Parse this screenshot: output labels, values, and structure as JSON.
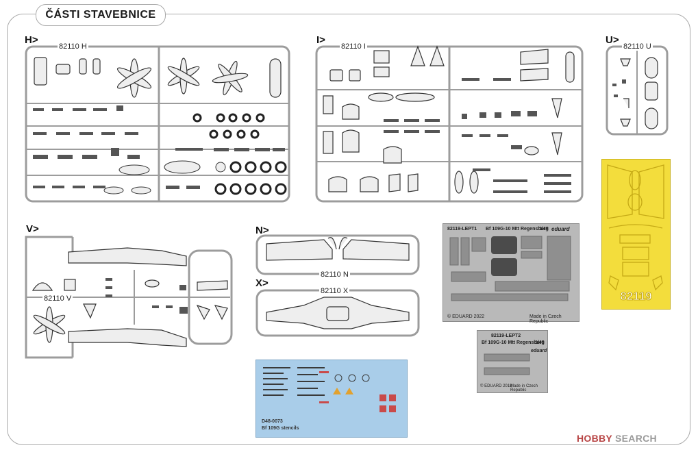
{
  "page": {
    "title": "ČÁSTI STAVEBNICE"
  },
  "sprues": [
    {
      "label": "H>",
      "code": "82110 H"
    },
    {
      "label": "I>",
      "code": "82110 I"
    },
    {
      "label": "U>",
      "code": "82110 U"
    },
    {
      "label": "V>",
      "code": "82110 V"
    },
    {
      "label": "N>",
      "code": "82110 N"
    },
    {
      "label": "X>",
      "code": "82110 X"
    }
  ],
  "photoetch": [
    {
      "code": "82119-LEPT1",
      "name": "Bf 109G-10 Mtt Regensburg",
      "scale": "1/48",
      "brand": "eduard",
      "copyright": "© EDUARD 2022",
      "origin": "Made in Czech Republic"
    },
    {
      "code": "82119-LEPT2",
      "name": "Bf 109G-10 Mtt Regensburg",
      "scale": "1/48",
      "brand": "eduard",
      "copyright": "© EDUARD 2018",
      "origin": "Made in Czech Republic"
    }
  ],
  "mask": {
    "number": "82119",
    "color": "#f3dd3c"
  },
  "decal": {
    "code": "D48-0073",
    "name": "Bf 109G stencils",
    "color": "#a9cde9"
  },
  "watermark": {
    "brand": "HOBBY",
    "suffix": "SEARCH"
  }
}
